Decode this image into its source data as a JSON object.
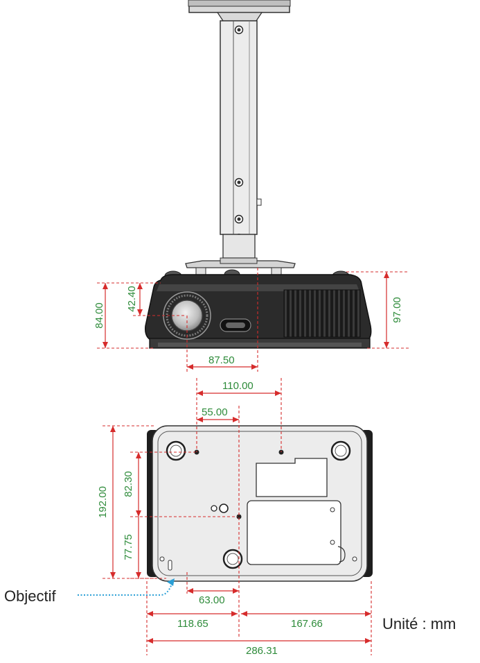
{
  "dimensions": {
    "side_height_front": "84.00",
    "lens_height": "42.40",
    "side_height_rear": "97.00",
    "lens_offset_front": "87.50",
    "hole_spacing_wide": "110.00",
    "hole_spacing_narrow": "55.00",
    "depth_total": "192.00",
    "depth_upper": "82.30",
    "depth_lower": "77.75",
    "lens_offset_bottom": "63.00",
    "width_left": "118.65",
    "width_right": "167.66",
    "width_total": "286.31"
  },
  "labels": {
    "lens": "Objectif",
    "unit": "Unité : mm"
  },
  "colors": {
    "dimension_line": "#d62c2c",
    "dimension_text": "#2e8b3a",
    "lens_pointer": "#2a9fd6"
  }
}
